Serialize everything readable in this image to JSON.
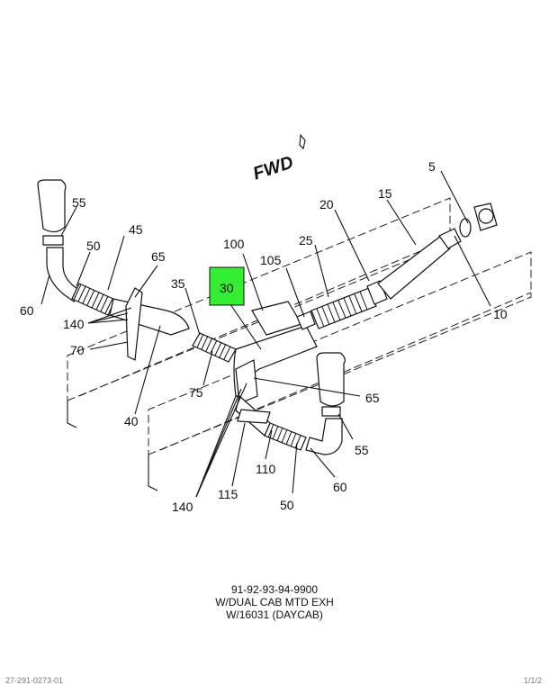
{
  "fwd_label": "FWD",
  "highlight_color": "#33ee33",
  "callouts": [
    {
      "id": "c5",
      "text": "5"
    },
    {
      "id": "c10",
      "text": "10"
    },
    {
      "id": "c15",
      "text": "15"
    },
    {
      "id": "c20",
      "text": "20"
    },
    {
      "id": "c25",
      "text": "25"
    },
    {
      "id": "c30",
      "text": "30",
      "highlighted": true
    },
    {
      "id": "c35",
      "text": "35"
    },
    {
      "id": "c40",
      "text": "40"
    },
    {
      "id": "c45",
      "text": "45"
    },
    {
      "id": "c50a",
      "text": "50"
    },
    {
      "id": "c50b",
      "text": "50"
    },
    {
      "id": "c55a",
      "text": "55"
    },
    {
      "id": "c55b",
      "text": "55"
    },
    {
      "id": "c60a",
      "text": "60"
    },
    {
      "id": "c60b",
      "text": "60"
    },
    {
      "id": "c65a",
      "text": "65"
    },
    {
      "id": "c65b",
      "text": "65"
    },
    {
      "id": "c70",
      "text": "70"
    },
    {
      "id": "c75",
      "text": "75"
    },
    {
      "id": "c100",
      "text": "100"
    },
    {
      "id": "c105",
      "text": "105"
    },
    {
      "id": "c110",
      "text": "110"
    },
    {
      "id": "c115",
      "text": "115"
    },
    {
      "id": "c140a",
      "text": "140"
    },
    {
      "id": "c140b",
      "text": "140"
    }
  ],
  "caption": {
    "line1": "91-92-93-94-9900",
    "line2": "W/DUAL CAB MTD EXH",
    "line3": "W/16031 (DAYCAB)"
  },
  "footer": {
    "left": "27-291-0273-01",
    "right": "1/1/2"
  }
}
